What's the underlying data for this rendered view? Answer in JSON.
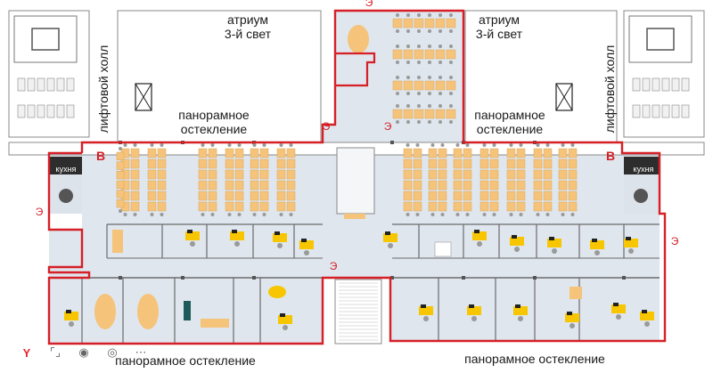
{
  "labels": {
    "atrium_left": "атриум\n3-й свет",
    "atrium_right": "атриум\n3-й свет",
    "elevator_left": "лифтовой холл",
    "elevator_right": "лифтовой холл",
    "glazing_left": "панорамное\nостекление",
    "glazing_right": "панорамное\nостекление",
    "glazing_bottom_left": "панорамное остекление",
    "glazing_bottom_right": "панорамное остекление",
    "kitchen_left": "кухня",
    "kitchen_right": "кухня",
    "entrance_left": "В",
    "entrance_right": "В",
    "evac": "Э"
  },
  "toolbar": {
    "icons": [
      "yandex-icon",
      "crop-icon",
      "eye-icon",
      "lens-icon",
      "more-icon"
    ],
    "glyphs": [
      "Y",
      "⌜⌟",
      "◉",
      "◎",
      "⋯"
    ]
  },
  "colors": {
    "floor": "#dfe6ee",
    "desk": "#f5c37a",
    "desk_yellow": "#f7c600",
    "wall": "#6b6b6b",
    "boundary": "#d61f26",
    "core": "#2d2d2d",
    "chair": "#9a9a9a"
  }
}
